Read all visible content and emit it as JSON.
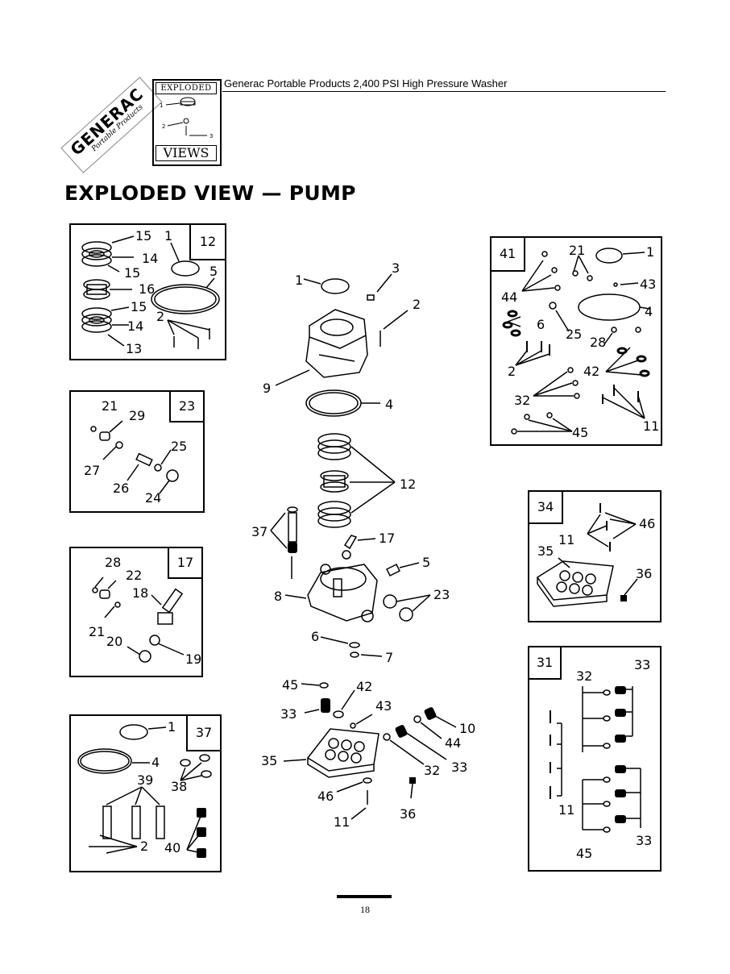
{
  "header": {
    "title": "Generac Portable Products 2,400 PSI High Pressure Washer"
  },
  "logo": {
    "brand": "GENERAC",
    "sub": "Portable Products"
  },
  "views_icon": {
    "top": "EXPLODED",
    "bottom": "VIEWS",
    "callouts": [
      "1",
      "2",
      "3"
    ]
  },
  "page_title": "EXPLODED VIEW — PUMP",
  "panels": {
    "p12": {
      "tag": "12",
      "labels": [
        "15",
        "14",
        "15",
        "16",
        "15",
        "14",
        "13",
        "1",
        "5",
        "2"
      ]
    },
    "p23": {
      "tag": "23",
      "labels": [
        "21",
        "29",
        "27",
        "26",
        "25",
        "24"
      ]
    },
    "p17": {
      "tag": "17",
      "labels": [
        "28",
        "22",
        "18",
        "21",
        "20",
        "19"
      ]
    },
    "p37": {
      "tag": "37",
      "labels": [
        "1",
        "4",
        "39",
        "38",
        "2",
        "40"
      ]
    },
    "p41": {
      "tag": "41",
      "labels": [
        "21",
        "1",
        "43",
        "44",
        "4",
        "6",
        "25",
        "28",
        "2",
        "42",
        "32",
        "11",
        "45"
      ]
    },
    "p34": {
      "tag": "34",
      "labels": [
        "46",
        "11",
        "35",
        "36"
      ]
    },
    "p31": {
      "tag": "31",
      "labels": [
        "33",
        "32",
        "11",
        "33",
        "45"
      ]
    }
  },
  "center": {
    "labels": [
      "1",
      "3",
      "2",
      "9",
      "4",
      "12",
      "37",
      "17",
      "5",
      "8",
      "23",
      "6",
      "7",
      "45",
      "42",
      "33",
      "43",
      "10",
      "35",
      "44",
      "32",
      "33",
      "46",
      "36",
      "11"
    ]
  },
  "footer": {
    "page_number": "18"
  }
}
